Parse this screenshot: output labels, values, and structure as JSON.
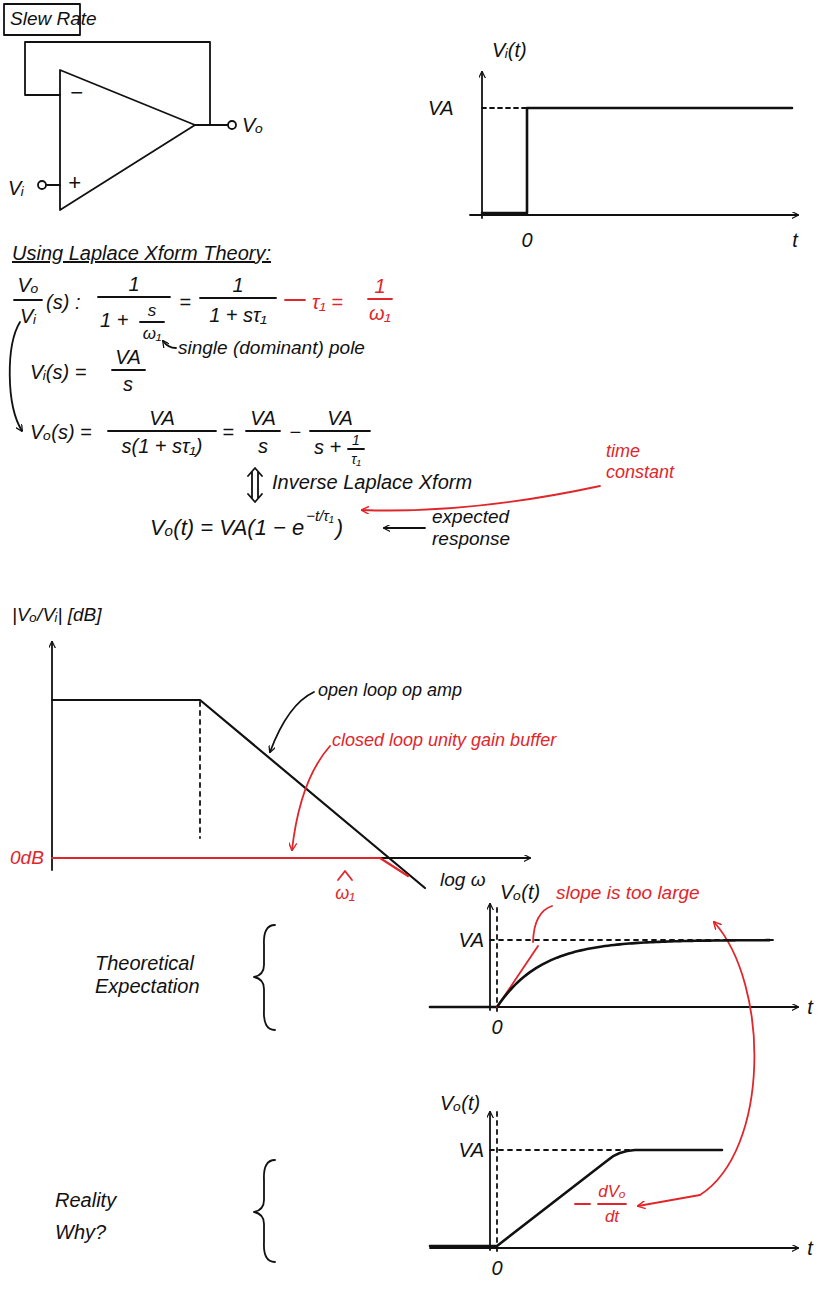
{
  "diagram": {
    "title": "Slew Rate",
    "labels": [
      "−",
      "+",
      "Vᵢ",
      "Vₒ",
      "Vᵢ(t)",
      "VA",
      "0",
      "t",
      "Using Laplace Xform Theory:",
      "Vₒ",
      "Vᵢ",
      "(s) :",
      "1",
      "1 +",
      "s",
      "ω₁",
      "=",
      "1",
      "1 + sτ₁",
      "τ₁ =",
      "1",
      "ω₁",
      "single (dominant) pole",
      "Vᵢ(s) =",
      "VA",
      "s",
      "Vₒ(s) =",
      "VA",
      "s(1 + sτ₁)",
      "=",
      "VA",
      "s",
      "−",
      "VA",
      "s +",
      "1",
      "τ₁",
      "Inverse Laplace Xform",
      "time constant",
      "Vₒ(t) = VA(1 − e",
      "−t/τ₁",
      ")",
      "expected response",
      "|Vₒ/Vᵢ| [dB]",
      "open loop op amp",
      "closed loop unity gain buffer",
      "0dB",
      "ω₁",
      "log ω",
      "Vₒ(t)",
      "VA",
      "slope is too large",
      "Theoretical Expectation",
      "0",
      "t",
      "Vₒ(t)",
      "VA",
      "dVₒ",
      "dt",
      "Reality",
      "Why?",
      "0",
      "t"
    ]
  }
}
